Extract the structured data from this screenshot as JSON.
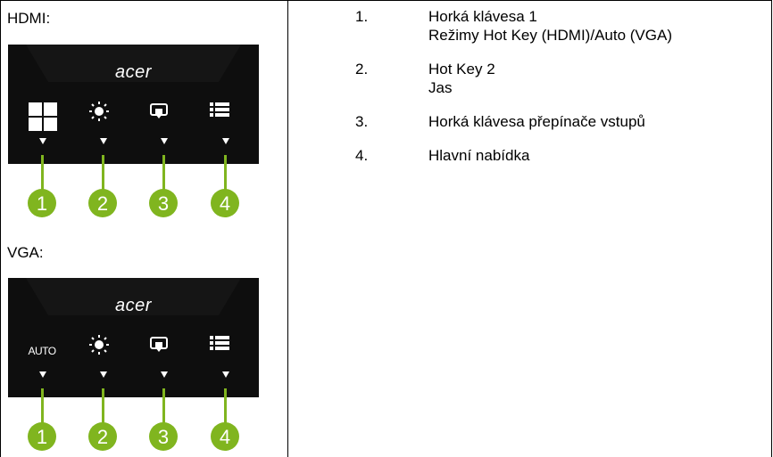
{
  "sections": [
    {
      "label": "HDMI:",
      "logo": "acer",
      "first_button": {
        "type": "icon",
        "icon": "modes-grid-icon"
      },
      "buttons": [
        "modes-grid-icon",
        "brightness-icon",
        "input-icon",
        "menu-icon"
      ],
      "callouts": [
        "1",
        "2",
        "3",
        "4"
      ]
    },
    {
      "label": "VGA:",
      "logo": "acer",
      "first_button": {
        "type": "text",
        "text": "AUTO"
      },
      "buttons": [
        "auto-text",
        "brightness-icon",
        "input-icon",
        "menu-icon"
      ],
      "callouts": [
        "1",
        "2",
        "3",
        "4"
      ]
    }
  ],
  "colors": {
    "panel": "#0e0e0e",
    "callout": "#80b51f",
    "border": "#000000"
  },
  "descriptions": [
    {
      "num": "1.",
      "line1": "Horká klávesa 1",
      "line2": "Režimy Hot Key (HDMI)/Auto (VGA)"
    },
    {
      "num": "2.",
      "line1": "Hot Key 2",
      "line2": "Jas"
    },
    {
      "num": "3.",
      "line1": "Horká klávesa přepínače vstupů"
    },
    {
      "num": "4.",
      "line1": "Hlavní nabídka"
    }
  ]
}
